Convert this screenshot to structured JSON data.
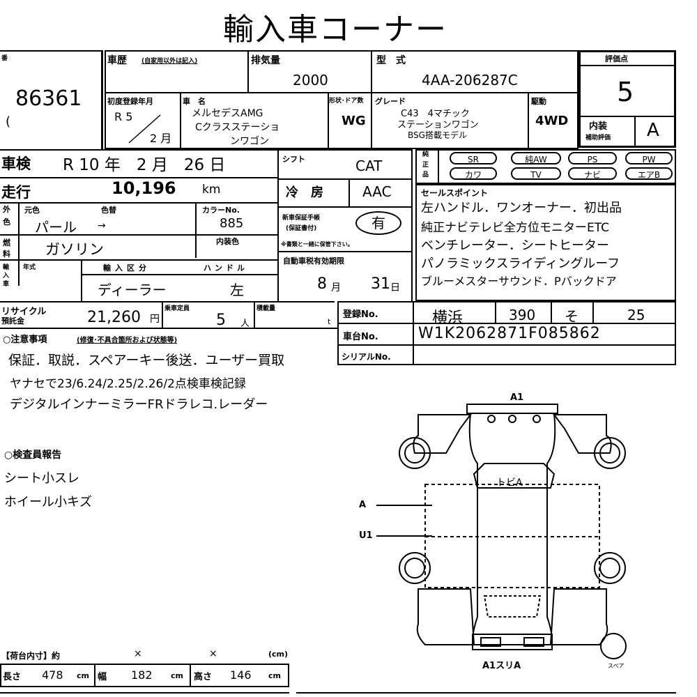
{
  "header": {
    "title": "輸入車コーナー"
  },
  "lot": {
    "label": "番",
    "number": "86361",
    "mark": "("
  },
  "history": {
    "label": "車歴",
    "sub": "(自家用以外は記入)",
    "first_reg_label": "初度登録年月",
    "year": "R 5",
    "month": "2 月"
  },
  "engine": {
    "label": "排気量",
    "value": "2000"
  },
  "model": {
    "label": "型　式",
    "value": "4AA-206287C"
  },
  "name": {
    "label": "車　名",
    "line1": "メルセデスAMG",
    "line2": "Cクラスステーショ",
    "line3": "ンワゴン"
  },
  "shape": {
    "label": "形状･ドア数",
    "value": "WG"
  },
  "grade": {
    "label": "グレード",
    "line1": "C43　4マチック",
    "line2": "ステーションワゴン",
    "line3": "BSG搭載モデル"
  },
  "drive": {
    "label": "駆動",
    "value": "4WD"
  },
  "score": {
    "label": "評価点",
    "value": "5",
    "interior_label": "内装",
    "interior_sub": "補助評価",
    "interior_value": "A"
  },
  "inspection": {
    "label": "車検",
    "value": "R 10 年　2 月　26 日"
  },
  "shift": {
    "label": "シフト",
    "value": "CAT"
  },
  "equipment": {
    "label1": "純",
    "label2": "正",
    "label3": "品",
    "items": [
      "SR",
      "純AW",
      "PS",
      "PW",
      "カワ",
      "TV",
      "ナビ",
      "エアB"
    ]
  },
  "mileage": {
    "label": "走行",
    "value": "10,196",
    "unit": "km"
  },
  "ac": {
    "label": "冷　房",
    "value": "AAC"
  },
  "sales": {
    "label": "セールスポイント",
    "lines": [
      "左ハンドル．ワンオーナー．初出品",
      "純正ナビテレビ全方位モニターETC",
      "ベンチレーター．シートヒーター",
      "パノラミックスライディングルーフ",
      "ブルーメスターサウンド．Pバックドア"
    ]
  },
  "color": {
    "side1": "外",
    "side2": "色",
    "label": "元色",
    "repaint_label": "色替",
    "value": "パール",
    "arrow": "→",
    "code_label": "カラーNo.",
    "code": "885",
    "interior_label": "内装色"
  },
  "manual": {
    "label1": "新車保証手帳",
    "label2": "(保証書付)",
    "value": "有",
    "note": "※書類と一緒に保管下さい。"
  },
  "fuel": {
    "side1": "燃",
    "side2": "料",
    "value": "ガソリン"
  },
  "tax": {
    "label": "自動車税有効期限",
    "month": "8",
    "month_unit": "月",
    "day": "31",
    "day_unit": "日"
  },
  "import": {
    "side": "輸入車",
    "year_label": "年式",
    "type_label": "輸入区分",
    "type": "ディーラー",
    "handle_label": "ハンドル",
    "handle": "左"
  },
  "recycle": {
    "label1": "リサイクル",
    "label2": "預託金",
    "value": "21,260",
    "unit": "円",
    "capacity_label": "乗車定員",
    "capacity": "5",
    "capacity_unit": "人",
    "load_label": "積載量",
    "load_unit": "t"
  },
  "registration": {
    "label": "登録No.",
    "place": "横浜",
    "class": "390",
    "kana": "そ",
    "number": "25"
  },
  "chassis": {
    "label": "車台No.",
    "value": "W1K2062871F085862"
  },
  "serial": {
    "label": "シリアルNo.",
    "value": ""
  },
  "notes": {
    "label": "○注意事項",
    "sub": "(修復･不具合箇所および状態等)",
    "lines": [
      "保証．取説．スペアーキー後送．ユーザー買取",
      "ヤナセで23/6.24/2.25/2.26/2点検車検記録",
      "デジタルインナーミラーFRドラレコ.レーダー"
    ]
  },
  "inspector": {
    "label": "○検査員報告",
    "lines": [
      "シート小スレ",
      "ホイール小キズ"
    ]
  },
  "diagram": {
    "a1_top": "A1",
    "roof": "トビA",
    "a_label": "A",
    "u1_label": "U1",
    "bottom": "A1スリA",
    "spare": "スペア"
  },
  "cargo": {
    "label": "【荷台内寸】約",
    "x1": "×",
    "x2": "×",
    "unit": "(cm)",
    "length_label": "長さ",
    "length": "478",
    "width_label": "幅",
    "width": "182",
    "height_label": "高さ",
    "height": "146",
    "cm": "cm"
  }
}
